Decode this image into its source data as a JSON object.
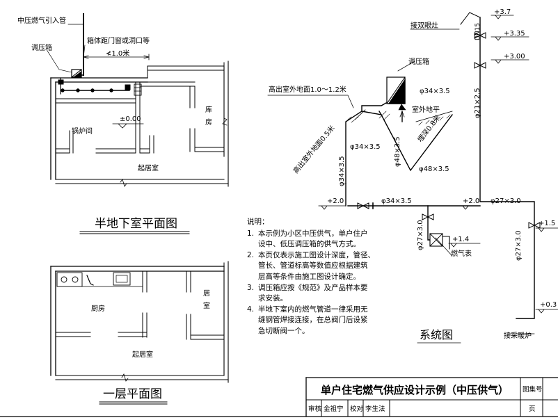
{
  "plan_basement": {
    "title": "半地下室平面图",
    "labels": {
      "gas_inlet": "中压燃气引入管",
      "regulator_box": "调压箱",
      "box_distance": "箱体距门窗或洞口等",
      "distance_value": "≮1.0米",
      "boiler_room": "锅炉间",
      "storage": "库房",
      "living_room": "起居室",
      "elevation": "±0.00"
    }
  },
  "plan_first": {
    "title": "一层平面图",
    "labels": {
      "kitchen": "厨房",
      "bedroom": "居室",
      "living_room": "起居室"
    }
  },
  "system": {
    "title": "系统图",
    "labels": {
      "double_stove": "接双眼灶",
      "regulator_box": "调压箱",
      "above_ground_high": "高出室外地面1.0～1.2米",
      "outdoor_ground": "室外地平",
      "burial_depth": "埋深0.8米",
      "above_ground_low": "高出室外地面0.5米",
      "gas_meter": "燃气表",
      "heating_stove": "接采暖炉"
    },
    "pipes": {
      "d34": "φ34×3.5",
      "d48": "φ48×3.5",
      "d21": "φ21×2.5",
      "d27": "φ27×3.0",
      "dn15": "DN15"
    },
    "elevations": {
      "e370": "+3.7",
      "e335": "+3.35",
      "e300": "+3.00",
      "e200a": "+2.0",
      "e200b": "+2.0",
      "e140": "+1.4",
      "e150": "+1.5",
      "e030": "+0.3"
    }
  },
  "notes": {
    "heading": "说明：",
    "items": [
      {
        "num": "1.",
        "lines": [
          "本示例为小区中压供气，单户住户",
          "设中、低压调压箱的供气方式。"
        ]
      },
      {
        "num": "2.",
        "lines": [
          "本页仅表示施工图设计深度，管径、",
          "管长、管道标高等数值应根据建筑",
          "层高等条件由施工图设计确定。"
        ]
      },
      {
        "num": "3.",
        "lines": [
          "调压箱应按《规范》及产品样本要",
          "求安装。"
        ]
      },
      {
        "num": "4.",
        "lines": [
          "半地下室内的燃气管道一律采用无",
          "缝钢管焊接连接，在总阀门后设紧",
          "急切断阀一个。"
        ]
      }
    ]
  },
  "title_block": {
    "title": "单户住宅燃气供应设计示例（中压供气）",
    "set_no_label": "图集号",
    "review_label": "审核",
    "review_name": "金祖宁",
    "check_label": "校对",
    "check_name": "李生法",
    "page_label": "页"
  }
}
